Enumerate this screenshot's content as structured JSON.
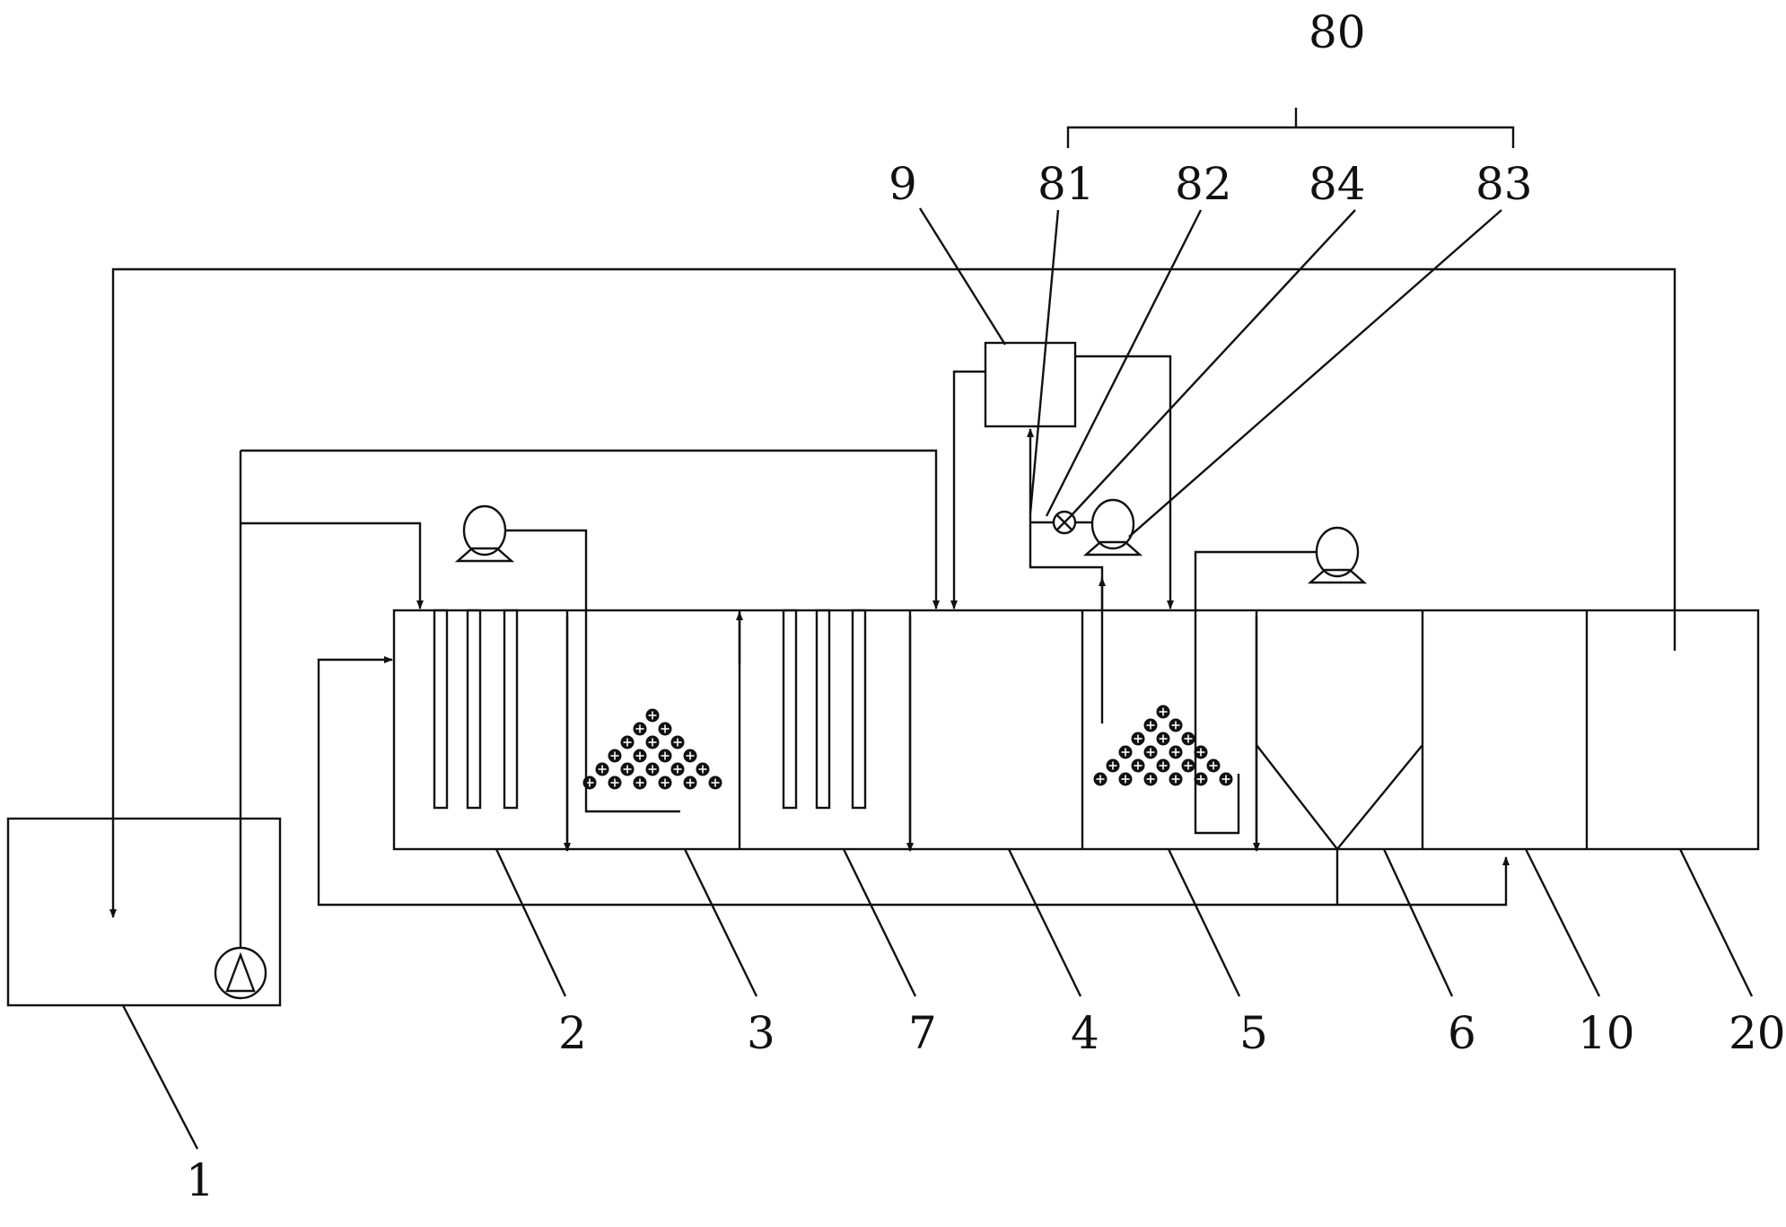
{
  "labels": {
    "l1": "1",
    "l2": "2",
    "l3": "3",
    "l7": "7",
    "l4": "4",
    "l5": "5",
    "l6": "6",
    "l10": "10",
    "l20": "20",
    "l9": "9",
    "l80": "80",
    "l81": "81",
    "l82": "82",
    "l84": "84",
    "l83": "83"
  }
}
